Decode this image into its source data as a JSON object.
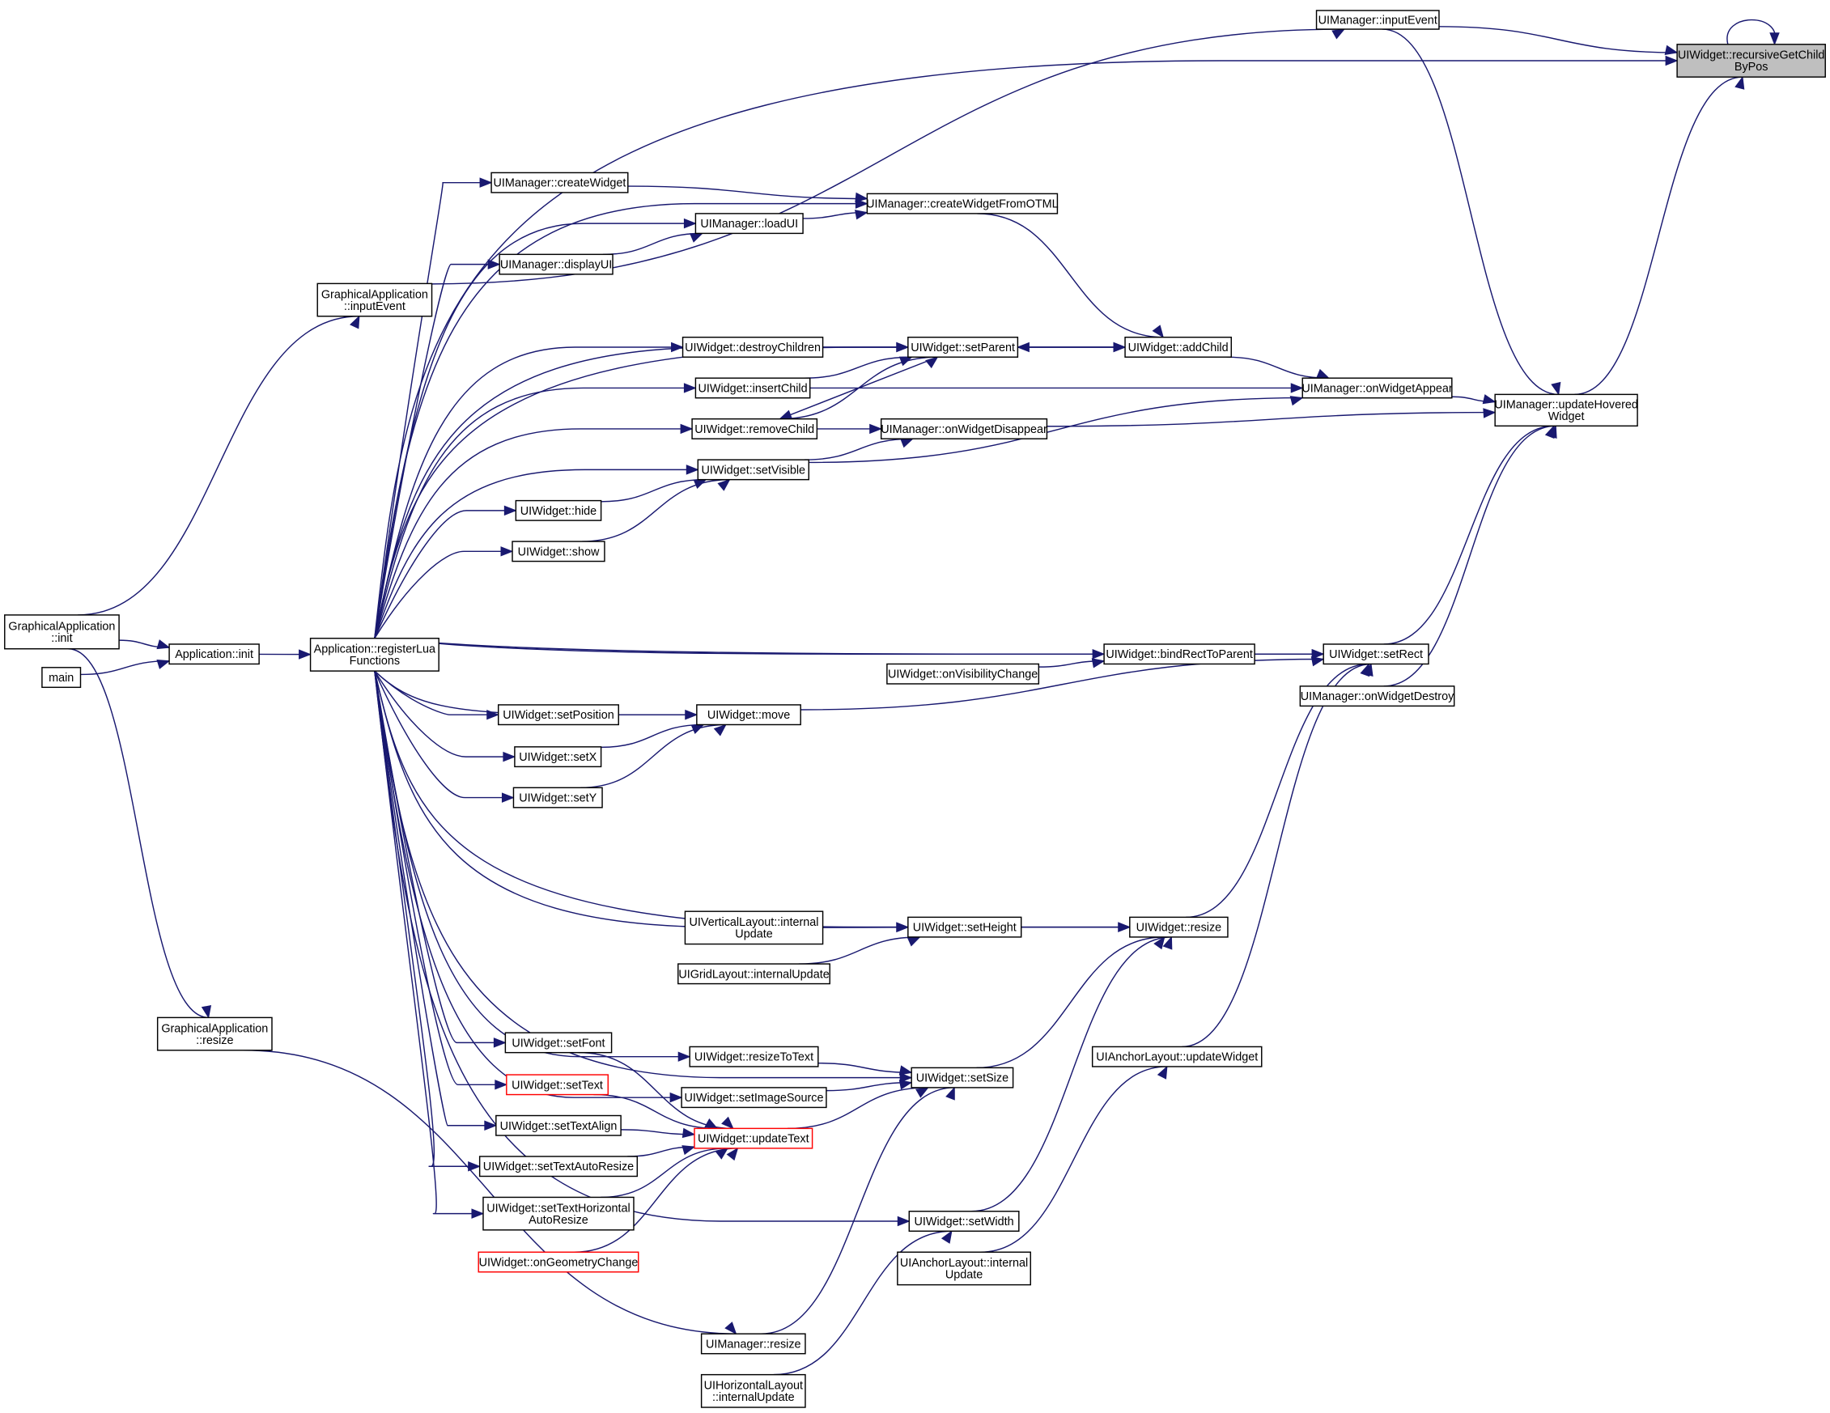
{
  "colors": {
    "edge": "#191970",
    "node_border": "#000000",
    "node_border_incomplete": "#ff0000",
    "focus_fill": "#bfbfbf",
    "background": "#ffffff"
  },
  "nodes": [
    {
      "id": "recursiveGetChildByPos",
      "lines": [
        "UIWidget::recursiveGetChild",
        "ByPos"
      ],
      "style": "highlight"
    },
    {
      "id": "UIManager_inputEvent",
      "lines": [
        "UIManager::inputEvent"
      ],
      "style": "normal"
    },
    {
      "id": "updateHoveredWidget",
      "lines": [
        "UIManager::updateHovered",
        "Widget"
      ],
      "style": "normal"
    },
    {
      "id": "GraphicalApplication_inputEvent",
      "lines": [
        "GraphicalApplication",
        "::inputEvent"
      ],
      "style": "normal"
    },
    {
      "id": "GraphicalApplication_init",
      "lines": [
        "GraphicalApplication",
        "::init"
      ],
      "style": "normal"
    },
    {
      "id": "main",
      "lines": [
        "main"
      ],
      "style": "normal"
    },
    {
      "id": "Application_init",
      "lines": [
        "Application::init"
      ],
      "style": "normal"
    },
    {
      "id": "registerLuaFunctions",
      "lines": [
        "Application::registerLua",
        "Functions"
      ],
      "style": "normal"
    },
    {
      "id": "createWidget",
      "lines": [
        "UIManager::createWidget"
      ],
      "style": "normal"
    },
    {
      "id": "createWidgetFromOTML",
      "lines": [
        "UIManager::createWidgetFromOTML"
      ],
      "style": "normal"
    },
    {
      "id": "loadUI",
      "lines": [
        "UIManager::loadUI"
      ],
      "style": "normal"
    },
    {
      "id": "displayUI",
      "lines": [
        "UIManager::displayUI"
      ],
      "style": "normal"
    },
    {
      "id": "destroyChildren",
      "lines": [
        "UIWidget::destroyChildren"
      ],
      "style": "normal"
    },
    {
      "id": "setParent",
      "lines": [
        "UIWidget::setParent"
      ],
      "style": "normal"
    },
    {
      "id": "addChild",
      "lines": [
        "UIWidget::addChild"
      ],
      "style": "normal"
    },
    {
      "id": "insertChild",
      "lines": [
        "UIWidget::insertChild"
      ],
      "style": "normal"
    },
    {
      "id": "onWidgetAppear",
      "lines": [
        "UIManager::onWidgetAppear"
      ],
      "style": "normal"
    },
    {
      "id": "removeChild",
      "lines": [
        "UIWidget::removeChild"
      ],
      "style": "normal"
    },
    {
      "id": "onWidgetDisappear",
      "lines": [
        "UIManager::onWidgetDisappear"
      ],
      "style": "normal"
    },
    {
      "id": "setVisible",
      "lines": [
        "UIWidget::setVisible"
      ],
      "style": "normal"
    },
    {
      "id": "hide",
      "lines": [
        "UIWidget::hide"
      ],
      "style": "normal"
    },
    {
      "id": "show",
      "lines": [
        "UIWidget::show"
      ],
      "style": "normal"
    },
    {
      "id": "bindRectToParent",
      "lines": [
        "UIWidget::bindRectToParent"
      ],
      "style": "normal"
    },
    {
      "id": "setRect",
      "lines": [
        "UIWidget::setRect"
      ],
      "style": "normal"
    },
    {
      "id": "onVisibilityChange",
      "lines": [
        "UIWidget::onVisibilityChange"
      ],
      "style": "normal"
    },
    {
      "id": "onWidgetDestroy",
      "lines": [
        "UIManager::onWidgetDestroy"
      ],
      "style": "normal"
    },
    {
      "id": "setPosition",
      "lines": [
        "UIWidget::setPosition"
      ],
      "style": "normal"
    },
    {
      "id": "move",
      "lines": [
        "UIWidget::move"
      ],
      "style": "normal"
    },
    {
      "id": "setX",
      "lines": [
        "UIWidget::setX"
      ],
      "style": "normal"
    },
    {
      "id": "setY",
      "lines": [
        "UIWidget::setY"
      ],
      "style": "normal"
    },
    {
      "id": "verticalInternalUpdate",
      "lines": [
        "UIVerticalLayout::internal",
        "Update"
      ],
      "style": "normal"
    },
    {
      "id": "setHeight",
      "lines": [
        "UIWidget::setHeight"
      ],
      "style": "normal"
    },
    {
      "id": "resize",
      "lines": [
        "UIWidget::resize"
      ],
      "style": "normal"
    },
    {
      "id": "gridInternalUpdate",
      "lines": [
        "UIGridLayout::internalUpdate"
      ],
      "style": "normal"
    },
    {
      "id": "GraphicalApplication_resize",
      "lines": [
        "GraphicalApplication",
        "::resize"
      ],
      "style": "normal"
    },
    {
      "id": "setFont",
      "lines": [
        "UIWidget::setFont"
      ],
      "style": "normal"
    },
    {
      "id": "resizeToText",
      "lines": [
        "UIWidget::resizeToText"
      ],
      "style": "normal"
    },
    {
      "id": "setSize",
      "lines": [
        "UIWidget::setSize"
      ],
      "style": "normal"
    },
    {
      "id": "anchorUpdateWidget",
      "lines": [
        "UIAnchorLayout::updateWidget"
      ],
      "style": "normal"
    },
    {
      "id": "setText",
      "lines": [
        "UIWidget::setText"
      ],
      "style": "red"
    },
    {
      "id": "setImageSource",
      "lines": [
        "UIWidget::setImageSource"
      ],
      "style": "normal"
    },
    {
      "id": "setTextAlign",
      "lines": [
        "UIWidget::setTextAlign"
      ],
      "style": "normal"
    },
    {
      "id": "updateText",
      "lines": [
        "UIWidget::updateText"
      ],
      "style": "red"
    },
    {
      "id": "setTextAutoResize",
      "lines": [
        "UIWidget::setTextAutoResize"
      ],
      "style": "normal"
    },
    {
      "id": "setTextHorizontalAutoResize",
      "lines": [
        "UIWidget::setTextHorizontal",
        "AutoResize"
      ],
      "style": "normal"
    },
    {
      "id": "setWidth",
      "lines": [
        "UIWidget::setWidth"
      ],
      "style": "normal"
    },
    {
      "id": "onGeometryChange",
      "lines": [
        "UIWidget::onGeometryChange"
      ],
      "style": "red"
    },
    {
      "id": "anchorInternalUpdate",
      "lines": [
        "UIAnchorLayout::internal",
        "Update"
      ],
      "style": "normal"
    },
    {
      "id": "UIManager_resize",
      "lines": [
        "UIManager::resize"
      ],
      "style": "normal"
    },
    {
      "id": "horizontalInternalUpdate",
      "lines": [
        "UIHorizontalLayout",
        "::internalUpdate"
      ],
      "style": "normal"
    }
  ],
  "edges": [
    {
      "from": "recursiveGetChildByPos",
      "to": "recursiveGetChildByPos"
    },
    {
      "from": "UIManager_inputEvent",
      "to": "recursiveGetChildByPos"
    },
    {
      "from": "registerLuaFunctions",
      "to": "recursiveGetChildByPos"
    },
    {
      "from": "updateHoveredWidget",
      "to": "recursiveGetChildByPos"
    },
    {
      "from": "GraphicalApplication_inputEvent",
      "to": "UIManager_inputEvent"
    },
    {
      "from": "UIManager_inputEvent",
      "to": "updateHoveredWidget"
    },
    {
      "from": "GraphicalApplication_init",
      "to": "GraphicalApplication_inputEvent"
    },
    {
      "from": "GraphicalApplication_init",
      "to": "Application_init"
    },
    {
      "from": "main",
      "to": "Application_init"
    },
    {
      "from": "GraphicalApplication_init",
      "to": "GraphicalApplication_resize"
    },
    {
      "from": "Application_init",
      "to": "registerLuaFunctions"
    },
    {
      "from": "registerLuaFunctions",
      "to": "createWidget"
    },
    {
      "from": "registerLuaFunctions",
      "to": "loadUI"
    },
    {
      "from": "registerLuaFunctions",
      "to": "displayUI"
    },
    {
      "from": "registerLuaFunctions",
      "to": "createWidgetFromOTML"
    },
    {
      "from": "registerLuaFunctions",
      "to": "addChild"
    },
    {
      "from": "registerLuaFunctions",
      "to": "setParent"
    },
    {
      "from": "registerLuaFunctions",
      "to": "destroyChildren"
    },
    {
      "from": "registerLuaFunctions",
      "to": "insertChild"
    },
    {
      "from": "registerLuaFunctions",
      "to": "removeChild"
    },
    {
      "from": "registerLuaFunctions",
      "to": "setVisible"
    },
    {
      "from": "registerLuaFunctions",
      "to": "hide"
    },
    {
      "from": "registerLuaFunctions",
      "to": "show"
    },
    {
      "from": "registerLuaFunctions",
      "to": "setRect"
    },
    {
      "from": "registerLuaFunctions",
      "to": "bindRectToParent"
    },
    {
      "from": "registerLuaFunctions",
      "to": "move"
    },
    {
      "from": "registerLuaFunctions",
      "to": "setPosition"
    },
    {
      "from": "registerLuaFunctions",
      "to": "setX"
    },
    {
      "from": "registerLuaFunctions",
      "to": "setY"
    },
    {
      "from": "registerLuaFunctions",
      "to": "resize"
    },
    {
      "from": "registerLuaFunctions",
      "to": "setHeight"
    },
    {
      "from": "registerLuaFunctions",
      "to": "setSize"
    },
    {
      "from": "registerLuaFunctions",
      "to": "resizeToText"
    },
    {
      "from": "registerLuaFunctions",
      "to": "setImageSource"
    },
    {
      "from": "registerLuaFunctions",
      "to": "setFont"
    },
    {
      "from": "registerLuaFunctions",
      "to": "setText"
    },
    {
      "from": "registerLuaFunctions",
      "to": "setTextAlign"
    },
    {
      "from": "registerLuaFunctions",
      "to": "setTextAutoResize"
    },
    {
      "from": "registerLuaFunctions",
      "to": "setTextHorizontalAutoResize"
    },
    {
      "from": "registerLuaFunctions",
      "to": "setWidth"
    },
    {
      "from": "createWidget",
      "to": "createWidgetFromOTML"
    },
    {
      "from": "loadUI",
      "to": "createWidgetFromOTML"
    },
    {
      "from": "displayUI",
      "to": "loadUI"
    },
    {
      "from": "createWidgetFromOTML",
      "to": "addChild"
    },
    {
      "from": "addChild",
      "to": "setParent"
    },
    {
      "from": "setParent",
      "to": "addChild"
    },
    {
      "from": "destroyChildren",
      "to": "setParent"
    },
    {
      "from": "setParent",
      "to": "removeChild"
    },
    {
      "from": "removeChild",
      "to": "setParent"
    },
    {
      "from": "insertChild",
      "to": "setParent"
    },
    {
      "from": "addChild",
      "to": "onWidgetAppear"
    },
    {
      "from": "insertChild",
      "to": "onWidgetAppear"
    },
    {
      "from": "onWidgetAppear",
      "to": "updateHoveredWidget"
    },
    {
      "from": "removeChild",
      "to": "onWidgetDisappear"
    },
    {
      "from": "onWidgetDisappear",
      "to": "updateHoveredWidget"
    },
    {
      "from": "setVisible",
      "to": "onWidgetAppear"
    },
    {
      "from": "setVisible",
      "to": "onWidgetDisappear"
    },
    {
      "from": "hide",
      "to": "setVisible"
    },
    {
      "from": "show",
      "to": "setVisible"
    },
    {
      "from": "bindRectToParent",
      "to": "setRect"
    },
    {
      "from": "onVisibilityChange",
      "to": "bindRectToParent"
    },
    {
      "from": "setRect",
      "to": "updateHoveredWidget"
    },
    {
      "from": "onWidgetDestroy",
      "to": "updateHoveredWidget"
    },
    {
      "from": "setPosition",
      "to": "move"
    },
    {
      "from": "setX",
      "to": "move"
    },
    {
      "from": "setY",
      "to": "move"
    },
    {
      "from": "move",
      "to": "setRect"
    },
    {
      "from": "verticalInternalUpdate",
      "to": "setHeight"
    },
    {
      "from": "gridInternalUpdate",
      "to": "setHeight"
    },
    {
      "from": "setHeight",
      "to": "resize"
    },
    {
      "from": "resize",
      "to": "setRect"
    },
    {
      "from": "setSize",
      "to": "resize"
    },
    {
      "from": "setWidth",
      "to": "resize"
    },
    {
      "from": "anchorUpdateWidget",
      "to": "setRect"
    },
    {
      "from": "anchorInternalUpdate",
      "to": "anchorUpdateWidget"
    },
    {
      "from": "resizeToText",
      "to": "setSize"
    },
    {
      "from": "setImageSource",
      "to": "setSize"
    },
    {
      "from": "updateText",
      "to": "setSize"
    },
    {
      "from": "UIManager_resize",
      "to": "setSize"
    },
    {
      "from": "GraphicalApplication_resize",
      "to": "UIManager_resize"
    },
    {
      "from": "setFont",
      "to": "updateText"
    },
    {
      "from": "setText",
      "to": "updateText"
    },
    {
      "from": "setTextAlign",
      "to": "updateText"
    },
    {
      "from": "setTextAutoResize",
      "to": "updateText"
    },
    {
      "from": "setTextHorizontalAutoResize",
      "to": "updateText"
    },
    {
      "from": "onGeometryChange",
      "to": "updateText"
    },
    {
      "from": "horizontalInternalUpdate",
      "to": "setWidth"
    }
  ]
}
